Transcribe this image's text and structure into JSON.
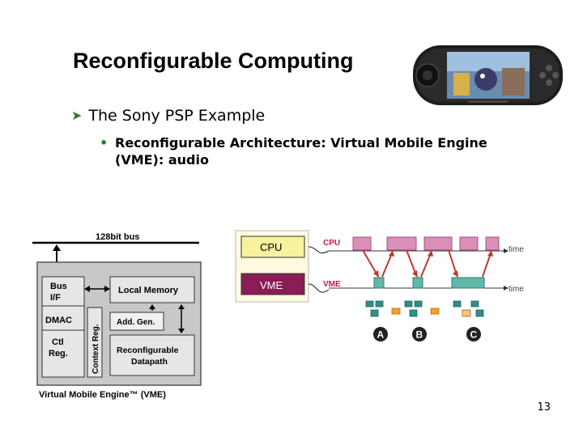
{
  "title": "Reconfigurable Computing",
  "bullet_level1": "The Sony PSP Example",
  "bullet_level2_line1": "Reconfigurable Architecture: Virtual Mobile Engine",
  "bullet_level2_line2": "(VME): audio",
  "page_number": "13",
  "vme_block_diagram": {
    "bus_label": "128bit bus",
    "bus_if_line1": "Bus",
    "bus_if_line2": "I/F",
    "local_memory": "Local Memory",
    "dmac": "DMAC",
    "context_reg": "Context Reg.",
    "addr_gen": "Add. Gen.",
    "ctl_reg_line1": "Ctl",
    "ctl_reg_line2": "Reg.",
    "datapath_line1": "Reconfigurable",
    "datapath_line2": "Datapath",
    "caption": "Virtual Mobile Engine™ (VME)"
  },
  "timeline_diagram": {
    "cpu_box": "CPU",
    "vme_box": "VME",
    "cpu_track": "CPU",
    "vme_track": "VME",
    "time_label_1": "time",
    "time_label_2": "time",
    "config_A": "A",
    "config_B": "B",
    "config_C": "C"
  },
  "colors": {
    "bullet_accent": "#2e7d32",
    "cpu_box_fill": "#f7f1a0",
    "cpu_track_fill": "#d98fb6",
    "vme_track_fill": "#5fb8a9",
    "vme_label": "#c2185b",
    "timeline_arrow": "#c0392b"
  },
  "image": {
    "psp_icon": "sony-psp-handheld-photo"
  }
}
